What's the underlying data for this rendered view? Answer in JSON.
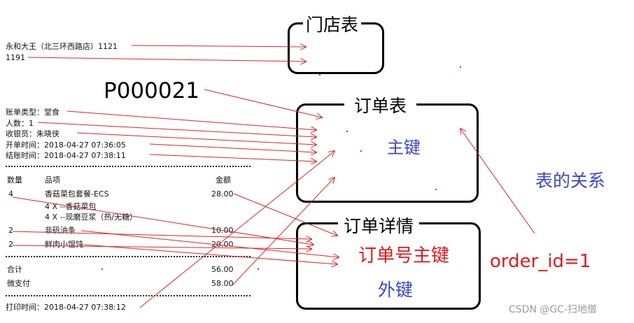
{
  "receipt": {
    "store_name": "永和大王（北三环西路店）1121",
    "store_code": "1191",
    "order_no": "P000021",
    "bill_type": "账单类型：堂食",
    "people": "人数：1",
    "cashier": "收银员：朱晓侠",
    "open_time": "开单时间：2018-04-27 07:36:05",
    "close_time": "结账时间：2018-04-27 07:38:11",
    "headers": {
      "qty": "数量",
      "item": "品项",
      "amount": "金额"
    },
    "items": [
      {
        "qty": "4",
        "name": "香菇菜包套餐-ECS",
        "amount": "28.00"
      },
      {
        "qty": "",
        "name": "4 X --香菇菜包",
        "amount": ""
      },
      {
        "qty": "",
        "name": "4 X --现磨豆浆（热/无糖）",
        "amount": ""
      },
      {
        "qty": "2",
        "name": "非矾油条",
        "amount": "10.00"
      },
      {
        "qty": "2",
        "name": "鲜肉小馄饨",
        "amount": "20.00"
      }
    ],
    "total_label": "合计",
    "total_value": "56.00",
    "pay_label": "微支付",
    "pay_value": "58.00",
    "print_time": "打印时间：2018-04-27 07:38:12"
  },
  "boxes": {
    "store": {
      "title": "门店表"
    },
    "order": {
      "title": "订单表",
      "note": "主键"
    },
    "detail": {
      "title": "订单详情",
      "note_fk_pk": "订单号主键",
      "note_fk": "外键"
    }
  },
  "annotations": {
    "relation": "表的关系",
    "order_id": "order_id=1",
    "watermark": "CSDN @GC-扫地僧"
  },
  "colors": {
    "arrow": "#d62828",
    "blue_text": "#3b48c4",
    "red_text": "#e01a1a",
    "box_border": "#000000"
  }
}
